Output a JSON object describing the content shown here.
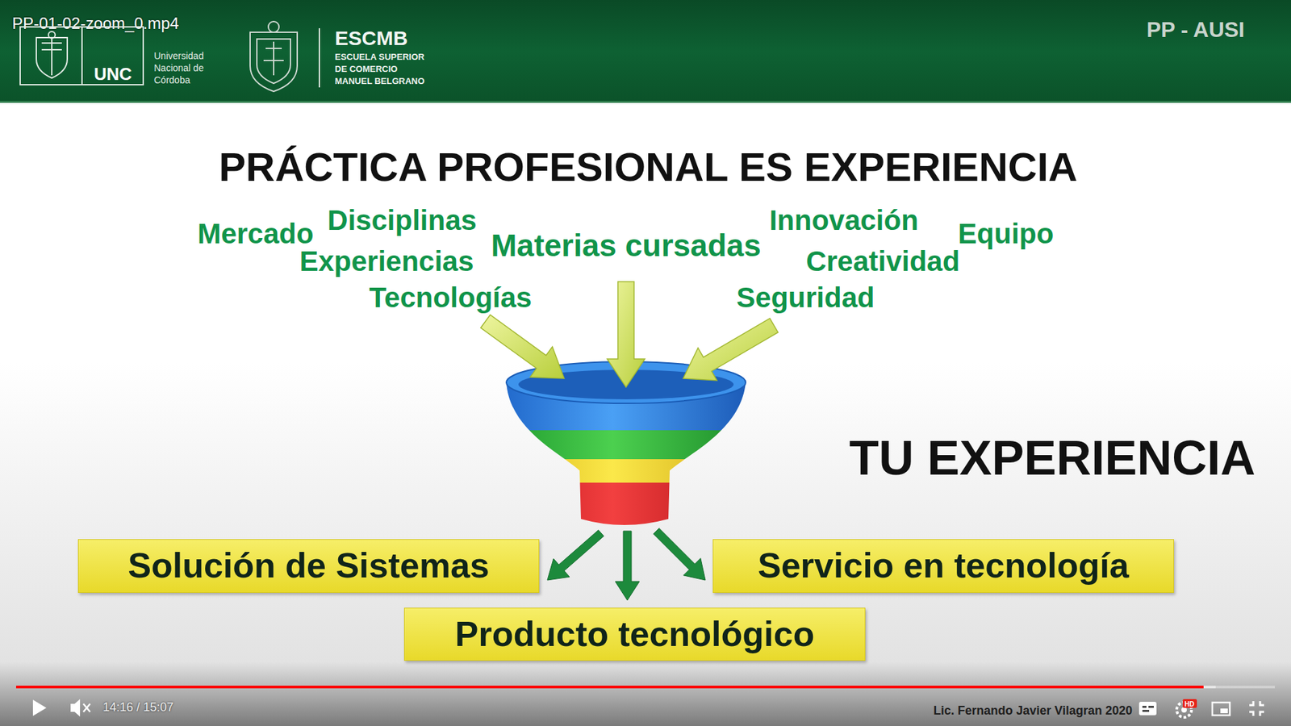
{
  "diagram": {
    "title": "PRÁCTICA PROFESIONAL ES EXPERIENCIA",
    "nodes": [
      {
        "text": [
          "UNC"
        ]
      },
      {
        "text": [
          "Solución de Sistemas"
        ]
      },
      {
        "text": [
          "Servicio en tecnología"
        ]
      },
      {
        "text": [
          "Producto tecnológico"
        ]
      }
    ],
    "labels": [
      "PP-01-02-zoom_0.mp4",
      "Universidad Nacional de Córdoba",
      "ESCMB",
      "ESCUELA SUPERIOR DE COMERCIO MANUEL BELGRANO",
      "PP - AUSI",
      "Mercado",
      "Disciplinas",
      "Experiencias",
      "Tecnologías",
      "Materias cursadas",
      "Innovación",
      "Creatividad",
      "Seguridad",
      "Equipo",
      "TU EXPERIENCIA",
      "14:16 / 15:07",
      "Lic. Fernando Javier Vilagran 2020",
      "HD"
    ]
  }
}
